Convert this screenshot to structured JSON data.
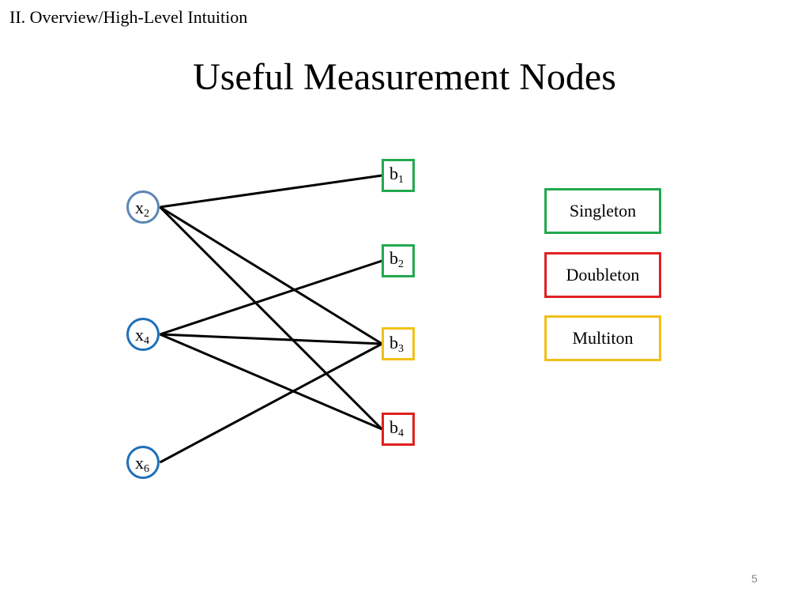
{
  "header": {
    "section": "II. Overview/High-Level Intuition"
  },
  "slide": {
    "title": "Useful Measurement Nodes",
    "page_number": "5"
  },
  "graph": {
    "variable_nodes": [
      {
        "id": "x2",
        "base": "x",
        "sub": "2"
      },
      {
        "id": "x4",
        "base": "x",
        "sub": "4"
      },
      {
        "id": "x6",
        "base": "x",
        "sub": "6"
      }
    ],
    "measurement_nodes": [
      {
        "id": "b1",
        "base": "b",
        "sub": "1",
        "type": "singleton"
      },
      {
        "id": "b2",
        "base": "b",
        "sub": "2",
        "type": "singleton"
      },
      {
        "id": "b3",
        "base": "b",
        "sub": "3",
        "type": "multiton"
      },
      {
        "id": "b4",
        "base": "b",
        "sub": "4",
        "type": "doubleton"
      }
    ],
    "edges": [
      [
        "x2",
        "b1"
      ],
      [
        "x2",
        "b3"
      ],
      [
        "x2",
        "b4"
      ],
      [
        "x4",
        "b2"
      ],
      [
        "x4",
        "b3"
      ],
      [
        "x4",
        "b4"
      ],
      [
        "x6",
        "b3"
      ]
    ]
  },
  "legend": [
    {
      "type": "singleton",
      "label": "Singleton",
      "color": "#22a94f"
    },
    {
      "type": "doubleton",
      "label": "Doubleton",
      "color": "#e02020"
    },
    {
      "type": "multiton",
      "label": "Multiton",
      "color": "#f2c018"
    }
  ],
  "colors": {
    "circle_light": "#5b86b5",
    "circle_dark": "#1f6fb8",
    "edge": "#000000"
  }
}
